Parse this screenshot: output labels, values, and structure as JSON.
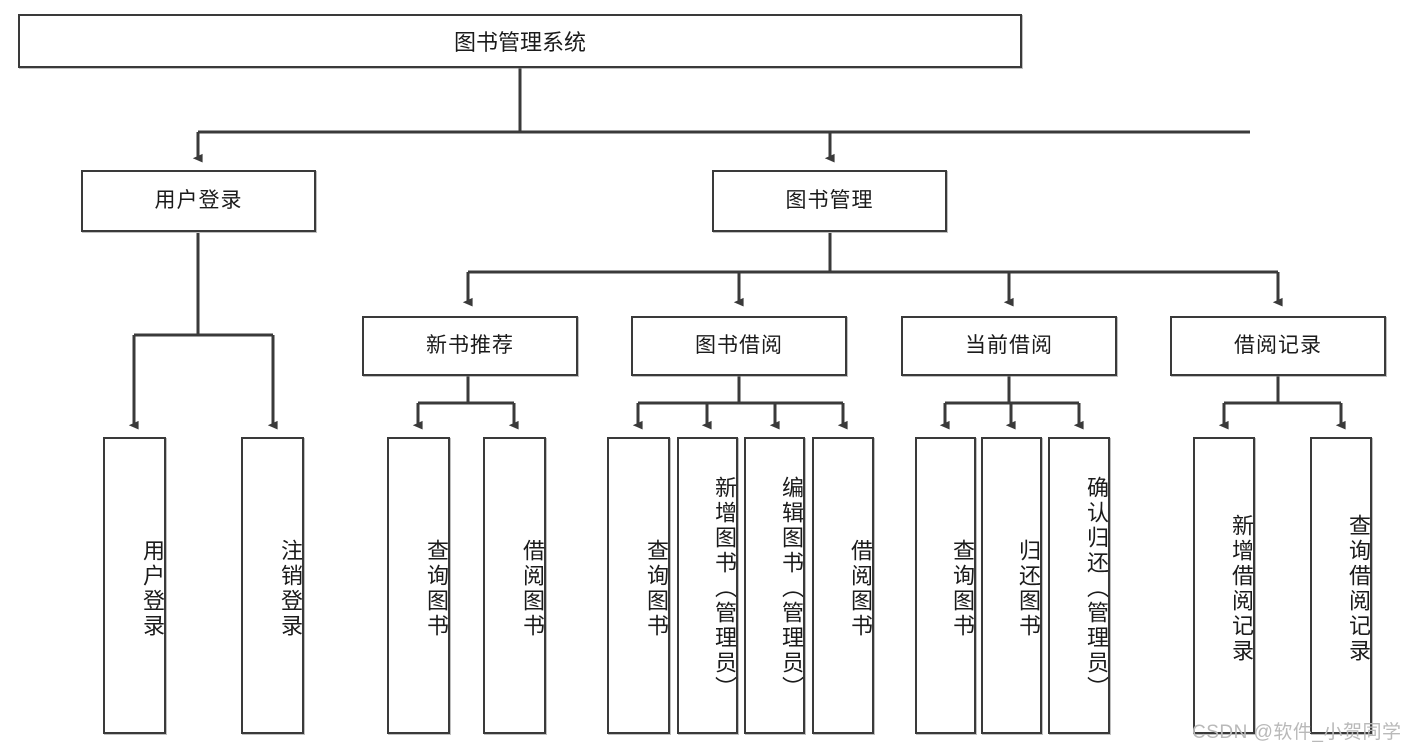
{
  "diagram": {
    "title": "图书管理系统",
    "type": "hierarchy-tree",
    "root": {
      "label": "图书管理系统"
    },
    "level2": [
      {
        "label": "用户登录"
      },
      {
        "label": "图书管理"
      }
    ],
    "level3": [
      {
        "label": "新书推荐"
      },
      {
        "label": "图书借阅"
      },
      {
        "label": "当前借阅"
      },
      {
        "label": "借阅记录"
      }
    ],
    "leaves": {
      "user_login": [
        {
          "label": "用户登录"
        },
        {
          "label": "注销登录"
        }
      ],
      "new_book_recommend": [
        {
          "label": "查询图书"
        },
        {
          "label": "借阅图书"
        }
      ],
      "book_borrow": [
        {
          "label": "查询图书"
        },
        {
          "label": "新增图书（管理员）"
        },
        {
          "label": "编辑图书（管理员）"
        },
        {
          "label": "借阅图书"
        }
      ],
      "current_borrow": [
        {
          "label": "查询图书"
        },
        {
          "label": "归还图书"
        },
        {
          "label": "确认归还（管理员）"
        }
      ],
      "borrow_record": [
        {
          "label": "新增借阅记录"
        },
        {
          "label": "查询借阅记录"
        }
      ]
    }
  },
  "watermark": {
    "text": "CSDN @软件_小贺同学"
  },
  "colors": {
    "stroke": "#3a3a3a",
    "background": "#ffffff",
    "text": "#1b1b1b",
    "watermark": "#b9b9b9"
  }
}
